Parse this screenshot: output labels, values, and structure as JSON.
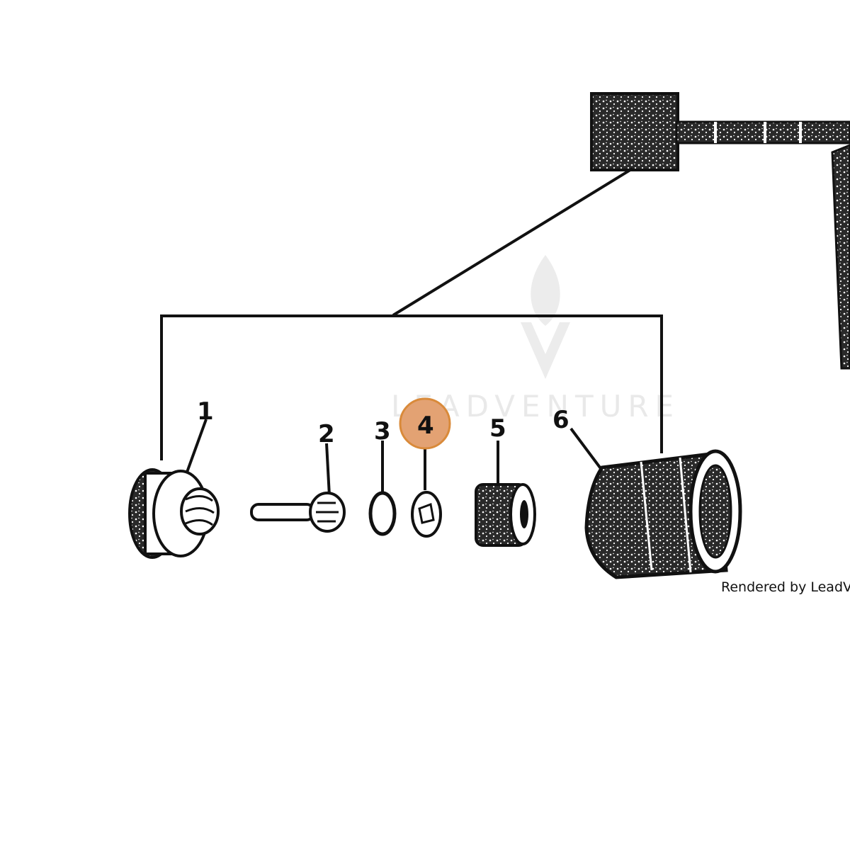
{
  "diagram": {
    "callouts": [
      {
        "id": "1",
        "label": "1",
        "highlighted": false
      },
      {
        "id": "2",
        "label": "2",
        "highlighted": false
      },
      {
        "id": "3",
        "label": "3",
        "highlighted": false
      },
      {
        "id": "4",
        "label": "4",
        "highlighted": true
      },
      {
        "id": "5",
        "label": "5",
        "highlighted": false
      },
      {
        "id": "6",
        "label": "6",
        "highlighted": false
      }
    ],
    "highlight_fill": "#e3a273",
    "highlight_stroke": "#d98a3a",
    "watermark_text": "LEADVENTURE",
    "credit_text": "Rendered by LeadVent"
  }
}
